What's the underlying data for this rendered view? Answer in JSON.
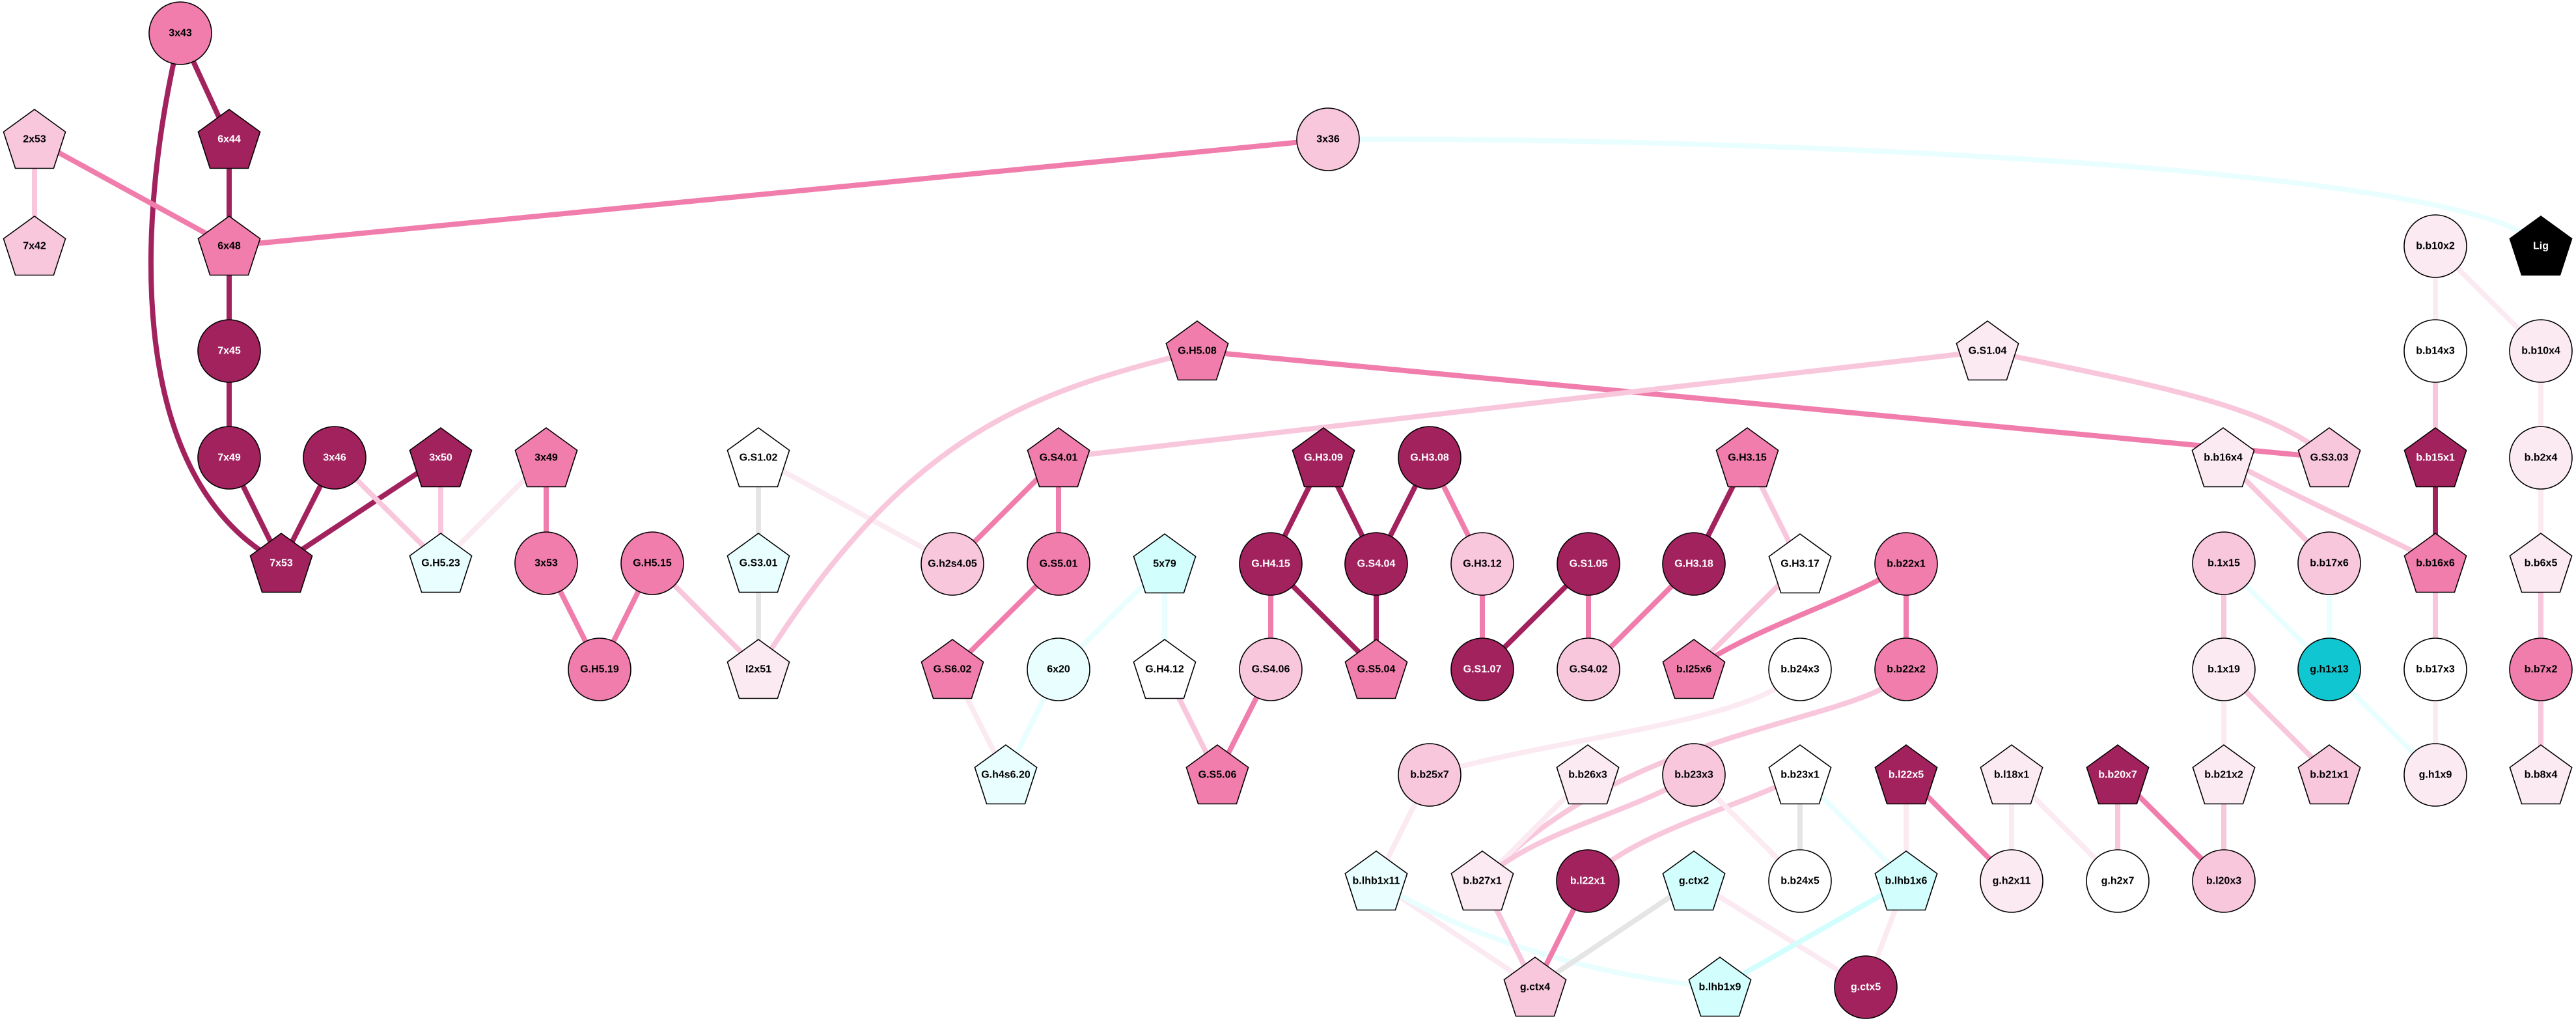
{
  "palette": {
    "dark": "#A2225E",
    "mid": "#F07DAC",
    "light": "#F8C7DC",
    "vlight": "#FBEAF2",
    "white": "#FFFFFF",
    "lcyan": "#E9FEFE",
    "cyan": "#D2FEFE",
    "teal": "#10C6D0",
    "black": "#000000",
    "gray": "#E5E5E5"
  },
  "nodes": [
    {
      "id": "3x43",
      "label": "3x43",
      "shape": "circle",
      "color": "mid"
    },
    {
      "id": "2x53",
      "label": "2x53",
      "shape": "pentagon",
      "color": "light"
    },
    {
      "id": "6x44",
      "label": "6x44",
      "shape": "pentagon",
      "color": "dark"
    },
    {
      "id": "3x36",
      "label": "3x36",
      "shape": "circle",
      "color": "light"
    },
    {
      "id": "7x42",
      "label": "7x42",
      "shape": "pentagon",
      "color": "light"
    },
    {
      "id": "6x48",
      "label": "6x48",
      "shape": "pentagon",
      "color": "mid"
    },
    {
      "id": "Lig",
      "label": "Lig",
      "shape": "pentagon",
      "color": "black"
    },
    {
      "id": "b.b10x2",
      "label": "b.b10x2",
      "shape": "circle",
      "color": "vlight"
    },
    {
      "id": "7x45",
      "label": "7x45",
      "shape": "circle",
      "color": "dark"
    },
    {
      "id": "G.H5.08",
      "label": "G.H5.08",
      "shape": "pentagon",
      "color": "mid"
    },
    {
      "id": "G.S1.04",
      "label": "G.S1.04",
      "shape": "pentagon",
      "color": "vlight"
    },
    {
      "id": "b.b14x3",
      "label": "b.b14x3",
      "shape": "circle",
      "color": "white"
    },
    {
      "id": "b.b10x4",
      "label": "b.b10x4",
      "shape": "circle",
      "color": "vlight"
    },
    {
      "id": "7x49",
      "label": "7x49",
      "shape": "circle",
      "color": "dark"
    },
    {
      "id": "3x46",
      "label": "3x46",
      "shape": "circle",
      "color": "dark"
    },
    {
      "id": "3x50",
      "label": "3x50",
      "shape": "pentagon",
      "color": "dark"
    },
    {
      "id": "3x49",
      "label": "3x49",
      "shape": "pentagon",
      "color": "mid"
    },
    {
      "id": "G.S1.02",
      "label": "G.S1.02",
      "shape": "pentagon",
      "color": "white"
    },
    {
      "id": "G.S4.01",
      "label": "G.S4.01",
      "shape": "pentagon",
      "color": "mid"
    },
    {
      "id": "G.H3.09",
      "label": "G.H3.09",
      "shape": "pentagon",
      "color": "dark"
    },
    {
      "id": "G.H3.08",
      "label": "G.H3.08",
      "shape": "circle",
      "color": "dark"
    },
    {
      "id": "G.H3.15",
      "label": "G.H3.15",
      "shape": "pentagon",
      "color": "mid"
    },
    {
      "id": "b.b16x4",
      "label": "b.b16x4",
      "shape": "pentagon",
      "color": "vlight"
    },
    {
      "id": "G.S3.03",
      "label": "G.S3.03",
      "shape": "pentagon",
      "color": "light"
    },
    {
      "id": "b.b15x1",
      "label": "b.b15x1",
      "shape": "pentagon",
      "color": "dark"
    },
    {
      "id": "b.b2x4",
      "label": "b.b2x4",
      "shape": "circle",
      "color": "vlight"
    },
    {
      "id": "7x53",
      "label": "7x53",
      "shape": "pentagon",
      "color": "dark"
    },
    {
      "id": "G.H5.23",
      "label": "G.H5.23",
      "shape": "pentagon",
      "color": "lcyan"
    },
    {
      "id": "3x53",
      "label": "3x53",
      "shape": "circle",
      "color": "mid"
    },
    {
      "id": "G.H5.15",
      "label": "G.H5.15",
      "shape": "circle",
      "color": "mid"
    },
    {
      "id": "G.S3.01",
      "label": "G.S3.01",
      "shape": "pentagon",
      "color": "lcyan"
    },
    {
      "id": "G.h2s4.05",
      "label": "G.h2s4.05",
      "shape": "circle",
      "color": "light"
    },
    {
      "id": "G.S5.01",
      "label": "G.S5.01",
      "shape": "circle",
      "color": "mid"
    },
    {
      "id": "5x79",
      "label": "5x79",
      "shape": "pentagon",
      "color": "cyan"
    },
    {
      "id": "G.H4.15",
      "label": "G.H4.15",
      "shape": "circle",
      "color": "dark"
    },
    {
      "id": "G.S4.04",
      "label": "G.S4.04",
      "shape": "circle",
      "color": "dark"
    },
    {
      "id": "G.H3.12",
      "label": "G.H3.12",
      "shape": "circle",
      "color": "light"
    },
    {
      "id": "G.S1.05",
      "label": "G.S1.05",
      "shape": "circle",
      "color": "dark"
    },
    {
      "id": "G.H3.18",
      "label": "G.H3.18",
      "shape": "circle",
      "color": "dark"
    },
    {
      "id": "G.H3.17",
      "label": "G.H3.17",
      "shape": "pentagon",
      "color": "white"
    },
    {
      "id": "b.b22x1",
      "label": "b.b22x1",
      "shape": "circle",
      "color": "mid"
    },
    {
      "id": "b.1x15",
      "label": "b.1x15",
      "shape": "circle",
      "color": "light"
    },
    {
      "id": "b.b17x6",
      "label": "b.b17x6",
      "shape": "circle",
      "color": "light"
    },
    {
      "id": "b.b16x6",
      "label": "b.b16x6",
      "shape": "pentagon",
      "color": "mid"
    },
    {
      "id": "b.b6x5",
      "label": "b.b6x5",
      "shape": "pentagon",
      "color": "vlight"
    },
    {
      "id": "G.H5.19",
      "label": "G.H5.19",
      "shape": "circle",
      "color": "mid"
    },
    {
      "id": "l2x51",
      "label": "l2x51",
      "shape": "pentagon",
      "color": "vlight"
    },
    {
      "id": "G.S6.02",
      "label": "G.S6.02",
      "shape": "pentagon",
      "color": "mid"
    },
    {
      "id": "6x20",
      "label": "6x20",
      "shape": "circle",
      "color": "lcyan"
    },
    {
      "id": "G.H4.12",
      "label": "G.H4.12",
      "shape": "pentagon",
      "color": "white"
    },
    {
      "id": "G.S4.06",
      "label": "G.S4.06",
      "shape": "circle",
      "color": "light"
    },
    {
      "id": "G.S5.04",
      "label": "G.S5.04",
      "shape": "pentagon",
      "color": "mid"
    },
    {
      "id": "G.S1.07",
      "label": "G.S1.07",
      "shape": "circle",
      "color": "dark"
    },
    {
      "id": "G.S4.02",
      "label": "G.S4.02",
      "shape": "circle",
      "color": "light"
    },
    {
      "id": "b.l25x6",
      "label": "b.l25x6",
      "shape": "pentagon",
      "color": "mid"
    },
    {
      "id": "b.b24x3",
      "label": "b.b24x3",
      "shape": "circle",
      "color": "white"
    },
    {
      "id": "b.b22x2",
      "label": "b.b22x2",
      "shape": "circle",
      "color": "mid"
    },
    {
      "id": "b.1x19",
      "label": "b.1x19",
      "shape": "circle",
      "color": "vlight"
    },
    {
      "id": "g.h1x13",
      "label": "g.h1x13",
      "shape": "circle",
      "color": "teal"
    },
    {
      "id": "b.b17x3",
      "label": "b.b17x3",
      "shape": "circle",
      "color": "white"
    },
    {
      "id": "b.b7x2",
      "label": "b.b7x2",
      "shape": "circle",
      "color": "mid"
    },
    {
      "id": "G.h4s6.20",
      "label": "G.h4s6.20",
      "shape": "pentagon",
      "color": "lcyan"
    },
    {
      "id": "G.S5.06",
      "label": "G.S5.06",
      "shape": "pentagon",
      "color": "mid"
    },
    {
      "id": "b.b25x7",
      "label": "b.b25x7",
      "shape": "circle",
      "color": "light"
    },
    {
      "id": "b.b26x3",
      "label": "b.b26x3",
      "shape": "pentagon",
      "color": "vlight"
    },
    {
      "id": "b.b23x3",
      "label": "b.b23x3",
      "shape": "circle",
      "color": "light"
    },
    {
      "id": "b.b23x1",
      "label": "b.b23x1",
      "shape": "pentagon",
      "color": "white"
    },
    {
      "id": "b.l22x5",
      "label": "b.l22x5",
      "shape": "pentagon",
      "color": "dark"
    },
    {
      "id": "b.l18x1",
      "label": "b.l18x1",
      "shape": "pentagon",
      "color": "vlight"
    },
    {
      "id": "b.b20x7",
      "label": "b.b20x7",
      "shape": "pentagon",
      "color": "dark"
    },
    {
      "id": "b.b21x2",
      "label": "b.b21x2",
      "shape": "pentagon",
      "color": "vlight"
    },
    {
      "id": "b.b21x1",
      "label": "b.b21x1",
      "shape": "pentagon",
      "color": "light"
    },
    {
      "id": "g.h1x9",
      "label": "g.h1x9",
      "shape": "circle",
      "color": "vlight"
    },
    {
      "id": "b.b8x4",
      "label": "b.b8x4",
      "shape": "pentagon",
      "color": "vlight"
    },
    {
      "id": "b.lhb1x11",
      "label": "b.lhb1x11",
      "shape": "pentagon",
      "color": "lcyan"
    },
    {
      "id": "b.b27x1",
      "label": "b.b27x1",
      "shape": "pentagon",
      "color": "vlight"
    },
    {
      "id": "b.l22x1",
      "label": "b.l22x1",
      "shape": "circle",
      "color": "dark"
    },
    {
      "id": "g.ctx2",
      "label": "g.ctx2",
      "shape": "pentagon",
      "color": "cyan"
    },
    {
      "id": "b.b24x5",
      "label": "b.b24x5",
      "shape": "circle",
      "color": "white"
    },
    {
      "id": "b.lhb1x6",
      "label": "b.lhb1x6",
      "shape": "pentagon",
      "color": "cyan"
    },
    {
      "id": "g.h2x11",
      "label": "g.h2x11",
      "shape": "circle",
      "color": "vlight"
    },
    {
      "id": "g.h2x7",
      "label": "g.h2x7",
      "shape": "circle",
      "color": "white"
    },
    {
      "id": "b.l20x3",
      "label": "b.l20x3",
      "shape": "circle",
      "color": "light"
    },
    {
      "id": "g.ctx4",
      "label": "g.ctx4",
      "shape": "pentagon",
      "color": "light"
    },
    {
      "id": "b.lhb1x9",
      "label": "b.lhb1x9",
      "shape": "pentagon",
      "color": "cyan"
    },
    {
      "id": "g.ctx5",
      "label": "g.ctx5",
      "shape": "circle",
      "color": "dark"
    }
  ],
  "edges": [
    [
      "3x43",
      "6x44",
      "dark"
    ],
    [
      "3x43",
      "7x53",
      "dark"
    ],
    [
      "2x53",
      "7x42",
      "light"
    ],
    [
      "2x53",
      "6x48",
      "mid"
    ],
    [
      "6x44",
      "6x48",
      "dark"
    ],
    [
      "6x48",
      "3x36",
      "mid"
    ],
    [
      "6x48",
      "7x45",
      "dark"
    ],
    [
      "7x45",
      "7x49",
      "dark"
    ],
    [
      "7x49",
      "7x53",
      "dark"
    ],
    [
      "3x46",
      "7x53",
      "dark"
    ],
    [
      "3x50",
      "7x53",
      "dark"
    ],
    [
      "3x46",
      "G.H5.23",
      "light"
    ],
    [
      "3x50",
      "G.H5.23",
      "light"
    ],
    [
      "3x49",
      "G.H5.23",
      "vlight"
    ],
    [
      "3x49",
      "3x53",
      "mid"
    ],
    [
      "3x53",
      "G.H5.19",
      "mid"
    ],
    [
      "G.H5.15",
      "G.H5.19",
      "mid"
    ],
    [
      "G.H5.15",
      "l2x51",
      "light"
    ],
    [
      "G.S1.02",
      "G.S3.01",
      "gray"
    ],
    [
      "G.S3.01",
      "l2x51",
      "gray"
    ],
    [
      "G.S1.02",
      "G.h2s4.05",
      "vlight"
    ],
    [
      "l2x51",
      "G.H5.08",
      "light"
    ],
    [
      "G.H5.08",
      "G.S3.03",
      "mid"
    ],
    [
      "G.S4.01",
      "G.S1.04",
      "light"
    ],
    [
      "G.S1.04",
      "G.S3.03",
      "light"
    ],
    [
      "G.S4.01",
      "G.h2s4.05",
      "mid"
    ],
    [
      "G.S4.01",
      "G.S5.01",
      "mid"
    ],
    [
      "G.S5.01",
      "G.S6.02",
      "mid"
    ],
    [
      "G.S6.02",
      "G.h4s6.20",
      "vlight"
    ],
    [
      "6x20",
      "G.h4s6.20",
      "lcyan"
    ],
    [
      "5x79",
      "6x20",
      "lcyan"
    ],
    [
      "5x79",
      "G.H4.12",
      "lcyan"
    ],
    [
      "G.H4.12",
      "G.S5.06",
      "light"
    ],
    [
      "G.S4.06",
      "G.S5.06",
      "mid"
    ],
    [
      "G.H4.15",
      "G.S4.06",
      "mid"
    ],
    [
      "G.H3.09",
      "G.H4.15",
      "dark"
    ],
    [
      "G.H3.09",
      "G.S4.04",
      "dark"
    ],
    [
      "G.H4.15",
      "G.S5.04",
      "dark"
    ],
    [
      "G.H3.08",
      "G.S4.04",
      "dark"
    ],
    [
      "G.H3.08",
      "G.H3.12",
      "mid"
    ],
    [
      "G.S4.04",
      "G.S5.04",
      "dark"
    ],
    [
      "G.H3.12",
      "G.S1.07",
      "mid"
    ],
    [
      "G.S1.05",
      "G.S1.07",
      "dark"
    ],
    [
      "G.S1.05",
      "G.S4.02",
      "mid"
    ],
    [
      "G.H3.18",
      "G.S4.02",
      "mid"
    ],
    [
      "G.H3.15",
      "G.H3.18",
      "dark"
    ],
    [
      "G.H3.15",
      "G.H3.17",
      "light"
    ],
    [
      "G.H3.17",
      "b.l25x6",
      "light"
    ],
    [
      "b.b22x1",
      "b.l25x6",
      "mid"
    ],
    [
      "b.b22x1",
      "b.b22x2",
      "mid"
    ],
    [
      "b.b24x3",
      "b.b25x7",
      "vlight"
    ],
    [
      "b.b22x2",
      "b.b27x1",
      "light"
    ],
    [
      "b.b26x3",
      "b.b27x1",
      "vlight"
    ],
    [
      "b.b23x3",
      "b.b27x1",
      "light"
    ],
    [
      "b.b23x1",
      "b.l22x1",
      "light"
    ],
    [
      "b.b23x3",
      "b.b24x5",
      "vlight"
    ],
    [
      "b.b23x1",
      "b.b24x5",
      "gray"
    ],
    [
      "b.b23x1",
      "b.lhb1x6",
      "lcyan"
    ],
    [
      "b.l22x5",
      "b.lhb1x6",
      "vlight"
    ],
    [
      "b.l22x5",
      "g.h2x11",
      "mid"
    ],
    [
      "b.l18x1",
      "g.h2x11",
      "vlight"
    ],
    [
      "b.l18x1",
      "g.h2x7",
      "vlight"
    ],
    [
      "b.b20x7",
      "g.h2x7",
      "light"
    ],
    [
      "b.b20x7",
      "b.l20x3",
      "mid"
    ],
    [
      "b.b21x2",
      "b.l20x3",
      "light"
    ],
    [
      "b.b25x7",
      "b.lhb1x11",
      "vlight"
    ],
    [
      "b.lhb1x11",
      "g.ctx4",
      "vlight"
    ],
    [
      "b.lhb1x11",
      "b.lhb1x9",
      "lcyan"
    ],
    [
      "b.b27x1",
      "g.ctx4",
      "light"
    ],
    [
      "b.l22x1",
      "g.ctx4",
      "mid"
    ],
    [
      "g.ctx2",
      "g.ctx4",
      "gray"
    ],
    [
      "g.ctx2",
      "g.ctx5",
      "vlight"
    ],
    [
      "b.lhb1x6",
      "b.lhb1x9",
      "cyan"
    ],
    [
      "b.lhb1x6",
      "g.ctx5",
      "vlight"
    ],
    [
      "3x36",
      "Lig",
      "lcyan"
    ],
    [
      "b.b10x2",
      "b.b14x3",
      "vlight"
    ],
    [
      "b.b10x2",
      "b.b10x4",
      "vlight"
    ],
    [
      "b.b14x3",
      "b.b15x1",
      "light"
    ],
    [
      "b.b10x4",
      "b.b2x4",
      "vlight"
    ],
    [
      "b.b15x1",
      "b.b16x6",
      "dark"
    ],
    [
      "b.b16x4",
      "b.b17x6",
      "light"
    ],
    [
      "b.b16x4",
      "b.b16x6",
      "light"
    ],
    [
      "b.b2x4",
      "b.b6x5",
      "vlight"
    ],
    [
      "b.b6x5",
      "b.b7x2",
      "light"
    ],
    [
      "b.b7x2",
      "b.b8x4",
      "light"
    ],
    [
      "b.b16x6",
      "b.b17x3",
      "light"
    ],
    [
      "b.b17x3",
      "g.h1x9",
      "vlight"
    ],
    [
      "b.b17x6",
      "g.h1x13",
      "lcyan"
    ],
    [
      "b.1x15",
      "g.h1x13",
      "lcyan"
    ],
    [
      "g.h1x13",
      "g.h1x9",
      "lcyan"
    ],
    [
      "b.1x15",
      "b.1x19",
      "light"
    ],
    [
      "b.1x19",
      "b.b21x2",
      "vlight"
    ],
    [
      "b.1x19",
      "b.b21x1",
      "light"
    ]
  ]
}
